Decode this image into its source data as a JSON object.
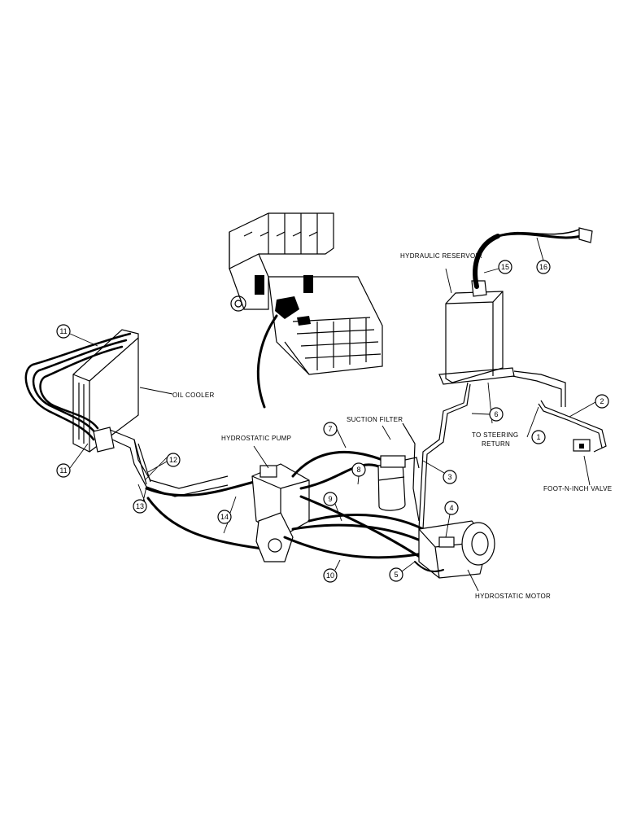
{
  "labels": {
    "hydraulic_reservoir": "HYDRAULIC RESERVOIR",
    "oil_cooler": "OIL COOLER",
    "suction_filter": "SUCTION FILTER",
    "hydrostatic_pump": "HYDROSTATIC PUMP",
    "to_steering_line1": "TO STEERING",
    "to_steering_line2": "RETURN",
    "foot_n_inch_valve": "FOOT-N-INCH VALVE",
    "hydrostatic_motor": "HYDROSTATIC MOTOR"
  },
  "callouts": {
    "c1": "1",
    "c2": "2",
    "c3": "3",
    "c4": "4",
    "c5": "5",
    "c6": "6",
    "c7": "7",
    "c8": "8",
    "c9": "9",
    "c10": "10",
    "c11a": "11",
    "c11b": "11",
    "c12": "12",
    "c13": "13",
    "c14": "14",
    "c15": "15",
    "c16": "16"
  }
}
